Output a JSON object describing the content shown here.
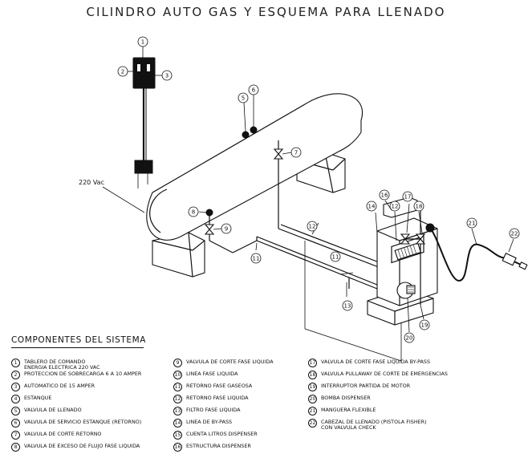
{
  "title": "CILINDRO AUTO GAS Y ESQUEMA PARA LLENADO",
  "voltage_label": "220 Vac",
  "legend_title": "COMPONENTES DEL SISTEMA",
  "components": [
    {
      "n": "1",
      "text": "TABLERO DE COMANDO\nENERGIA ELECTRICA 220 VAC"
    },
    {
      "n": "2",
      "text": "PROTECCION DE SOBRECARGA 6 A 10 AMPER"
    },
    {
      "n": "3",
      "text": "AUTOMATICO DE 15 AMPER"
    },
    {
      "n": "4",
      "text": "ESTANQUE"
    },
    {
      "n": "5",
      "text": "VALVULA DE LLENADO"
    },
    {
      "n": "6",
      "text": "VALVULA DE SERVICIO ESTANQUE (RETORNO)"
    },
    {
      "n": "7",
      "text": "VALVULA DE CORTE RETORNO"
    },
    {
      "n": "8",
      "text": "VALVULA DE EXCESO DE FLUJO FASE LIQUIDA"
    },
    {
      "n": "9",
      "text": "VALVULA DE CORTE FASE LIQUIDA"
    },
    {
      "n": "10",
      "text": "LINEA FASE LIQUIDA"
    },
    {
      "n": "11",
      "text": "RETORNO FASE GASEOSA"
    },
    {
      "n": "12",
      "text": "RETORNO FASE LIQUIDA"
    },
    {
      "n": "13",
      "text": "FILTRO FASE LIQUIDA"
    },
    {
      "n": "14",
      "text": "LINEA DE BY-PASS"
    },
    {
      "n": "15",
      "text": "CUENTA LITROS DISPENSER"
    },
    {
      "n": "16",
      "text": "ESTRUCTURA DISPENSER"
    },
    {
      "n": "17",
      "text": "VALVULA DE CORTE FASE LIQUIDA BY-PASS"
    },
    {
      "n": "18",
      "text": "VALVULA PULLAWAY DE CORTE DE EMERGENCIAS"
    },
    {
      "n": "19",
      "text": "INTERRUPTOR PARTIDA DE MOTOR"
    },
    {
      "n": "20",
      "text": "BOMBA DISPENSER"
    },
    {
      "n": "21",
      "text": "MANGUERA FLEXIBLE"
    },
    {
      "n": "22",
      "text": "CABEZAL DE LLENADO (PISTOLA FISHER)\nCON VALVULA CHECK"
    }
  ],
  "callouts": {
    "c1": "1",
    "c2": "2",
    "c3": "3",
    "c5": "5",
    "c6": "6",
    "c7": "7",
    "c8": "8",
    "c9": "9",
    "c11a": "11",
    "c11b": "11",
    "c12a": "12",
    "c12b": "12",
    "c13": "13",
    "c14": "14",
    "c16": "16",
    "c17": "17",
    "c18": "18",
    "c19": "19",
    "c20": "20",
    "c21": "21",
    "c22": "22"
  }
}
